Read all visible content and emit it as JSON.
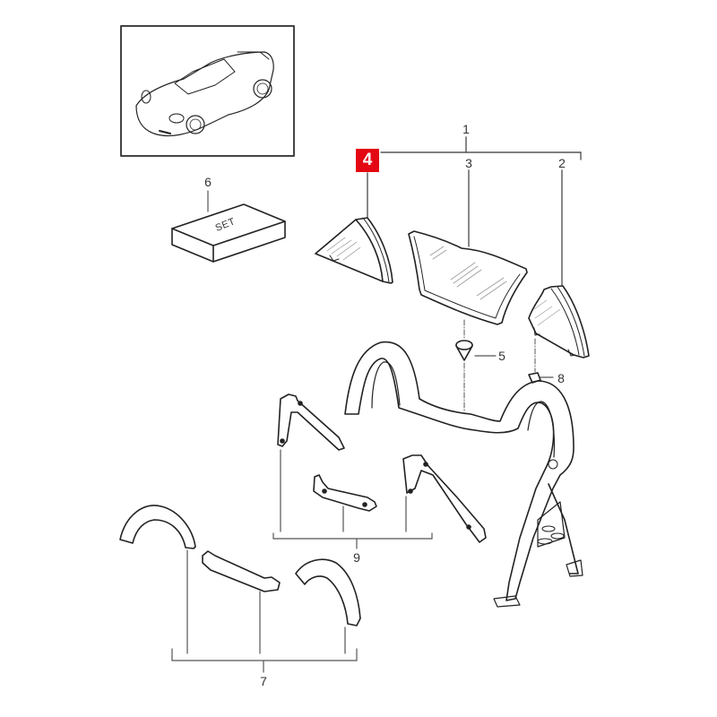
{
  "diagram": {
    "type": "exploded-parts-diagram",
    "subject": "Convertible roll bar / wind deflector assembly",
    "highlight_color": "#e30613",
    "line_color": "#333333",
    "thumbnail": {
      "description": "Convertible sports car isometric view"
    },
    "callouts": [
      {
        "id": "c1",
        "label": "1",
        "highlighted": false
      },
      {
        "id": "c2",
        "label": "2",
        "highlighted": false
      },
      {
        "id": "c3",
        "label": "3",
        "highlighted": false
      },
      {
        "id": "c4",
        "label": "4",
        "highlighted": true
      },
      {
        "id": "c5",
        "label": "5",
        "highlighted": false
      },
      {
        "id": "c6",
        "label": "6",
        "highlighted": false
      },
      {
        "id": "c7",
        "label": "7",
        "highlighted": false
      },
      {
        "id": "c8",
        "label": "8",
        "highlighted": false
      },
      {
        "id": "c9",
        "label": "9",
        "highlighted": false
      }
    ],
    "set_box_label": "SET"
  }
}
